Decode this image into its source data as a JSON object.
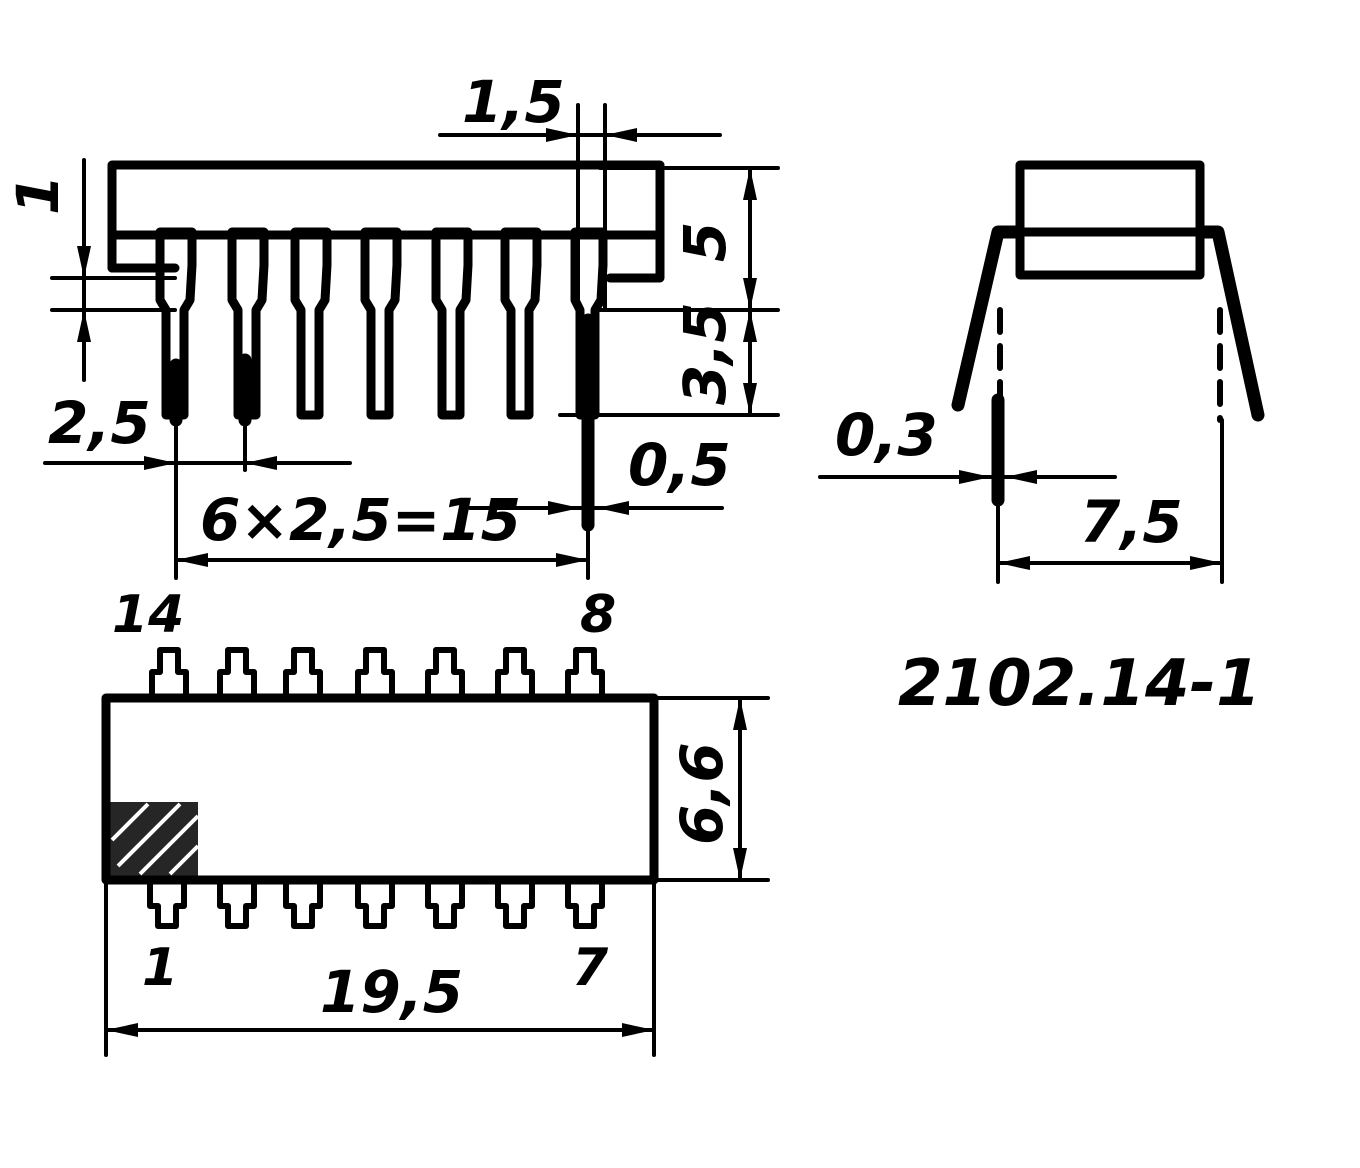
{
  "package_code": "2102.14-1",
  "dimensions": {
    "lead_width": "1,5",
    "standoff": "1",
    "body_height": "5",
    "lead_length": "3,5",
    "lead_pitch": "2,5",
    "pitch_total": "6×2,5=15",
    "lead_thickness": "0,5",
    "side_lead_thickness": "0,3",
    "row_spacing": "7,5",
    "body_width": "6,6",
    "body_length": "19,5"
  },
  "pin_labels": {
    "top_left": "14",
    "top_right": "8",
    "bottom_left": "1",
    "bottom_right": "7"
  }
}
